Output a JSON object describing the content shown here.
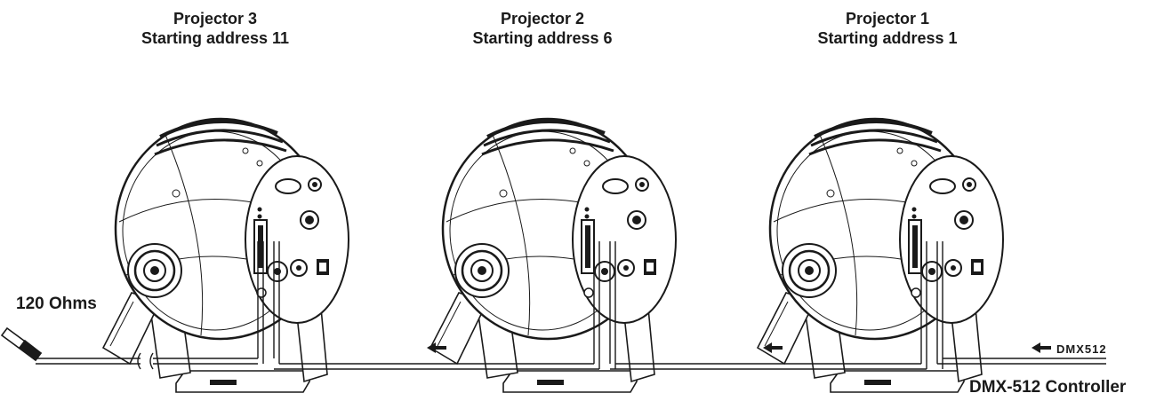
{
  "projectors": [
    {
      "name": "Projector 3",
      "address": "Starting address 11"
    },
    {
      "name": "Projector 2",
      "address": "Starting address 6"
    },
    {
      "name": "Projector 1",
      "address": "Starting address 1"
    }
  ],
  "terminator_label": "120 Ohms",
  "signal_label": "DMX512",
  "controller_label": "DMX-512 Controller",
  "colors": {
    "ink": "#1a1a1a",
    "background": "#ffffff"
  },
  "icons": {
    "projector": "moving-head-projector-icon",
    "arrow": "arrow-left-icon",
    "terminator": "terminator-plug-icon",
    "break": "cable-break-icon"
  }
}
